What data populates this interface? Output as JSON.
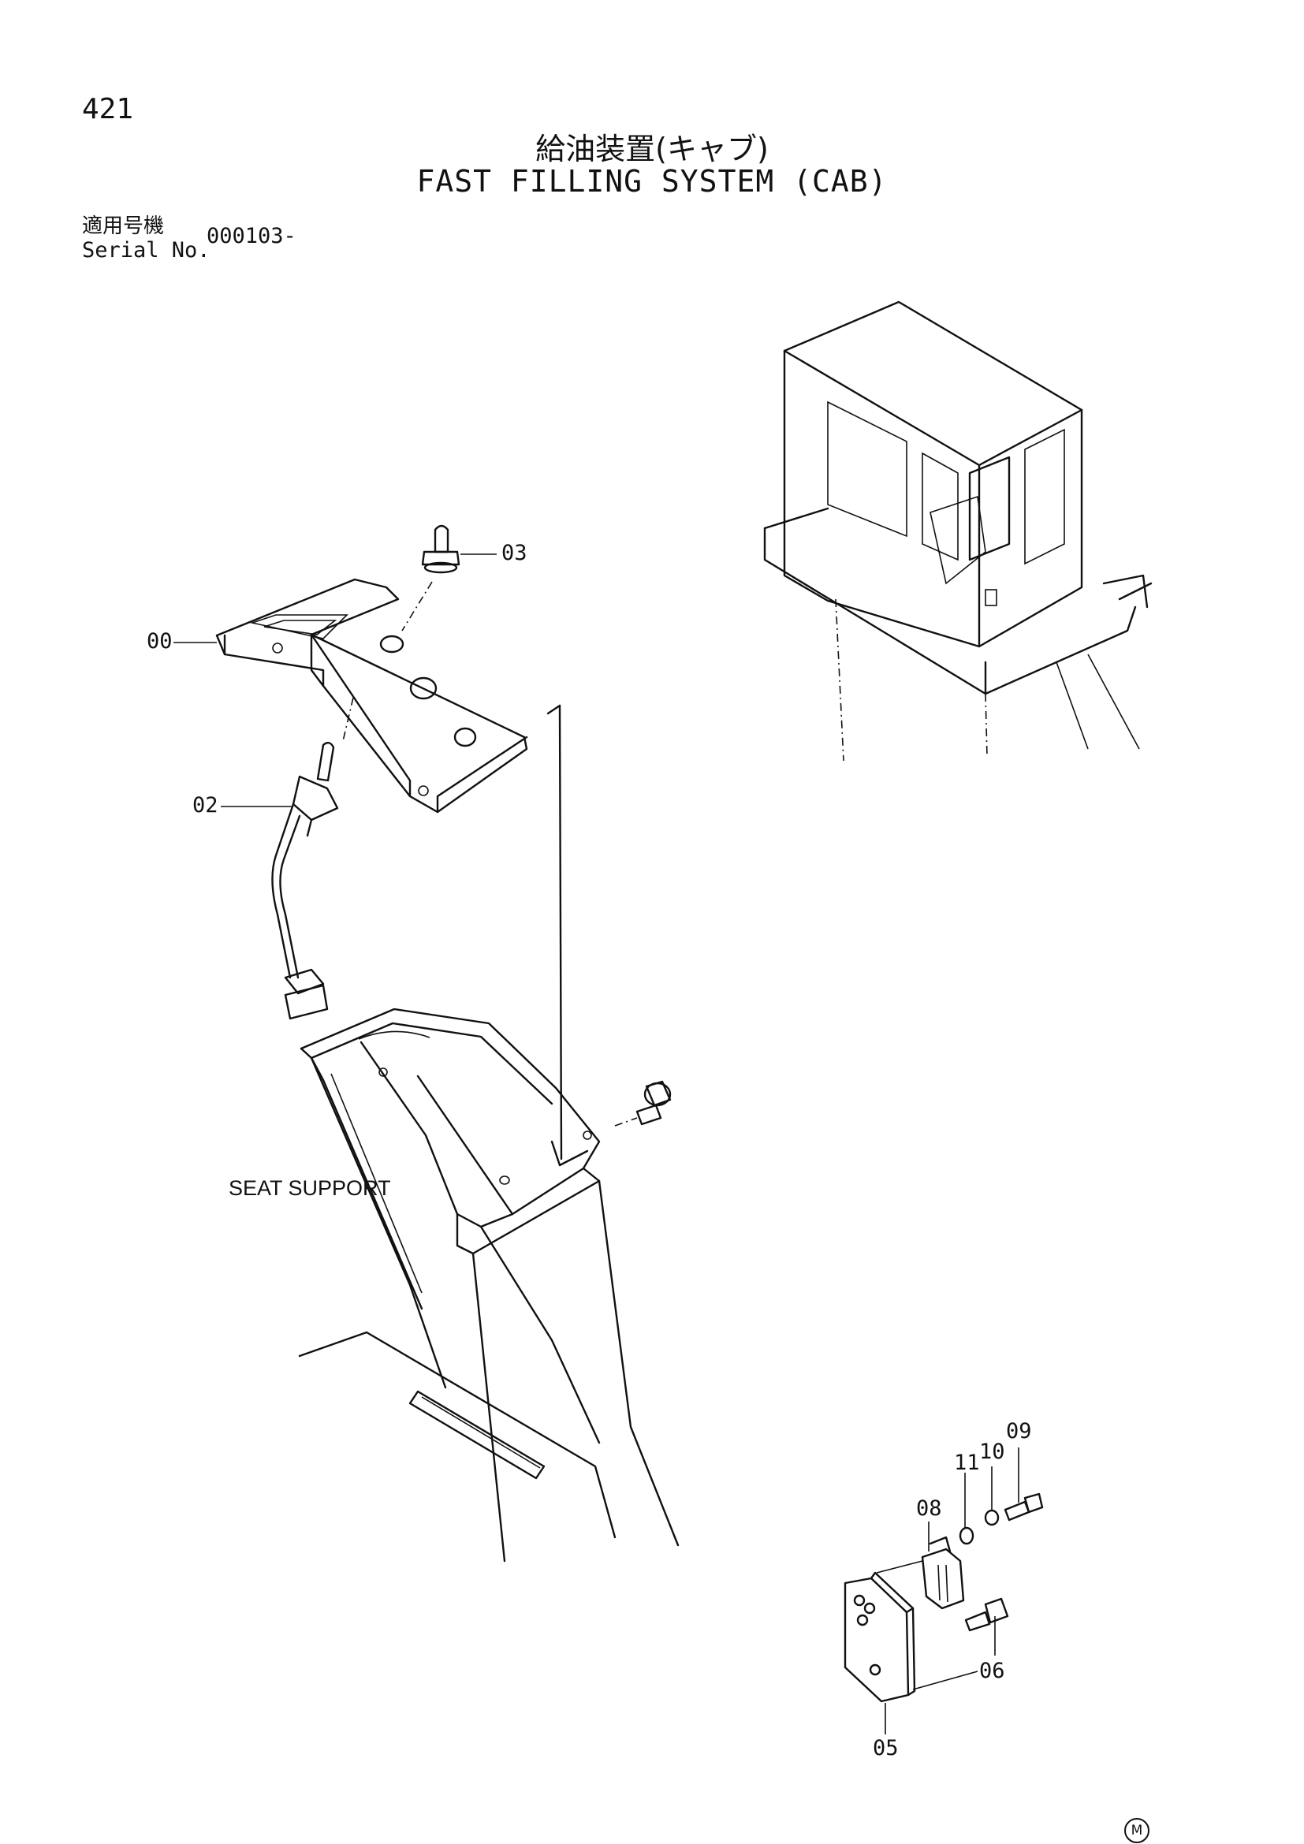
{
  "header": {
    "page_number": "421",
    "title_jp": "給油装置(キャブ)",
    "title_en": "FAST FILLING SYSTEM (CAB)",
    "serial_label_jp": "適用号機",
    "serial_label_en": "Serial No.",
    "serial_value": "000103-"
  },
  "diagram": {
    "seat_support_label": "SEAT SUPPORT",
    "callouts": [
      "00",
      "02",
      "03",
      "05",
      "06",
      "08",
      "09",
      "10",
      "11"
    ],
    "mark": "M"
  }
}
